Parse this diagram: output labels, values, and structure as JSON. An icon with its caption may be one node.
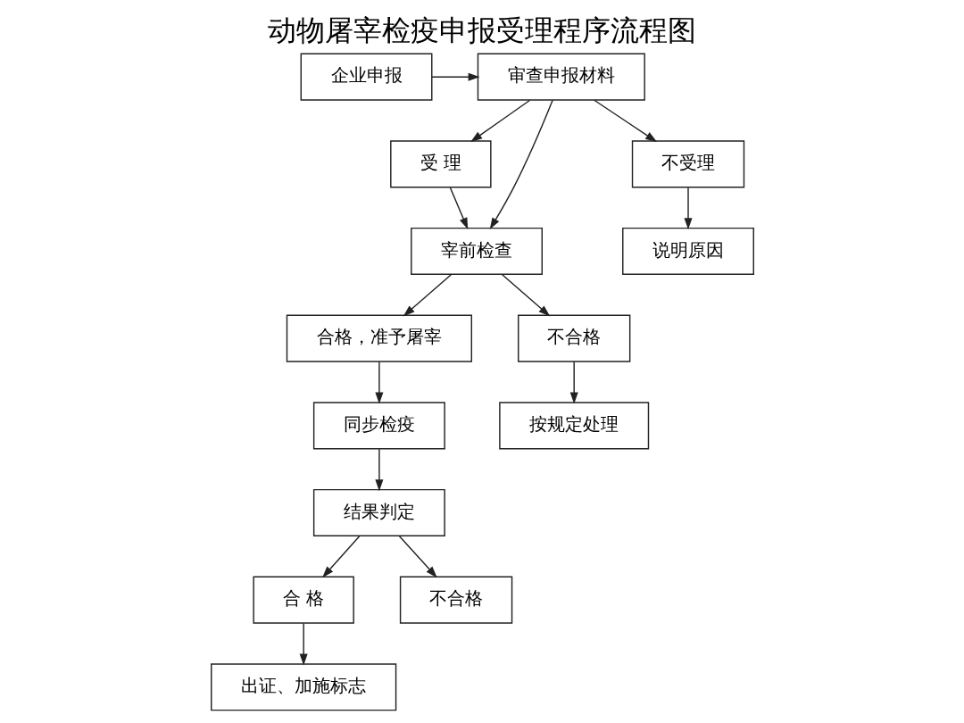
{
  "diagram": {
    "title": "动物屠宰检疫申报受理程序流程图",
    "nodes": [
      {
        "text": [
          "企业申报"
        ]
      },
      {
        "text": [
          "审查申报材料"
        ]
      },
      {
        "text": [
          "受 理"
        ]
      },
      {
        "text": [
          "宰前检查"
        ]
      },
      {
        "text": [
          "不受理"
        ]
      },
      {
        "text": [
          "说明原因"
        ]
      },
      {
        "text": [
          "合格，准予屠宰"
        ]
      },
      {
        "text": [
          "不合格"
        ]
      },
      {
        "text": [
          "同步检疫"
        ]
      },
      {
        "text": [
          "结果判定"
        ]
      },
      {
        "text": [
          "合 格"
        ]
      },
      {
        "text": [
          "不合格"
        ]
      },
      {
        "text": [
          "出证、加施标志"
        ]
      },
      {
        "text": [
          "按规定处理"
        ]
      }
    ],
    "edges": [
      {
        "from": 0,
        "to": 1,
        "arrow": "to"
      },
      {
        "from": 1,
        "to": 2,
        "arrow": "to"
      },
      {
        "from": 1,
        "to": 3,
        "arrow": "to"
      },
      {
        "from": 1,
        "to": 4,
        "arrow": "to"
      },
      {
        "from": 2,
        "to": 3,
        "arrow": "to"
      },
      {
        "from": 4,
        "to": 5,
        "arrow": "to"
      },
      {
        "from": 3,
        "to": 6,
        "arrow": "to"
      },
      {
        "from": 3,
        "to": 7,
        "arrow": "to"
      },
      {
        "from": 6,
        "to": 8,
        "arrow": "to"
      },
      {
        "from": 8,
        "to": 9,
        "arrow": "to"
      },
      {
        "from": 9,
        "to": 10,
        "arrow": "to"
      },
      {
        "from": 9,
        "to": 11,
        "arrow": "to"
      },
      {
        "from": 10,
        "to": 12,
        "arrow": "to"
      },
      {
        "from": 7,
        "to": 13,
        "arrow": "to"
      }
    ]
  }
}
